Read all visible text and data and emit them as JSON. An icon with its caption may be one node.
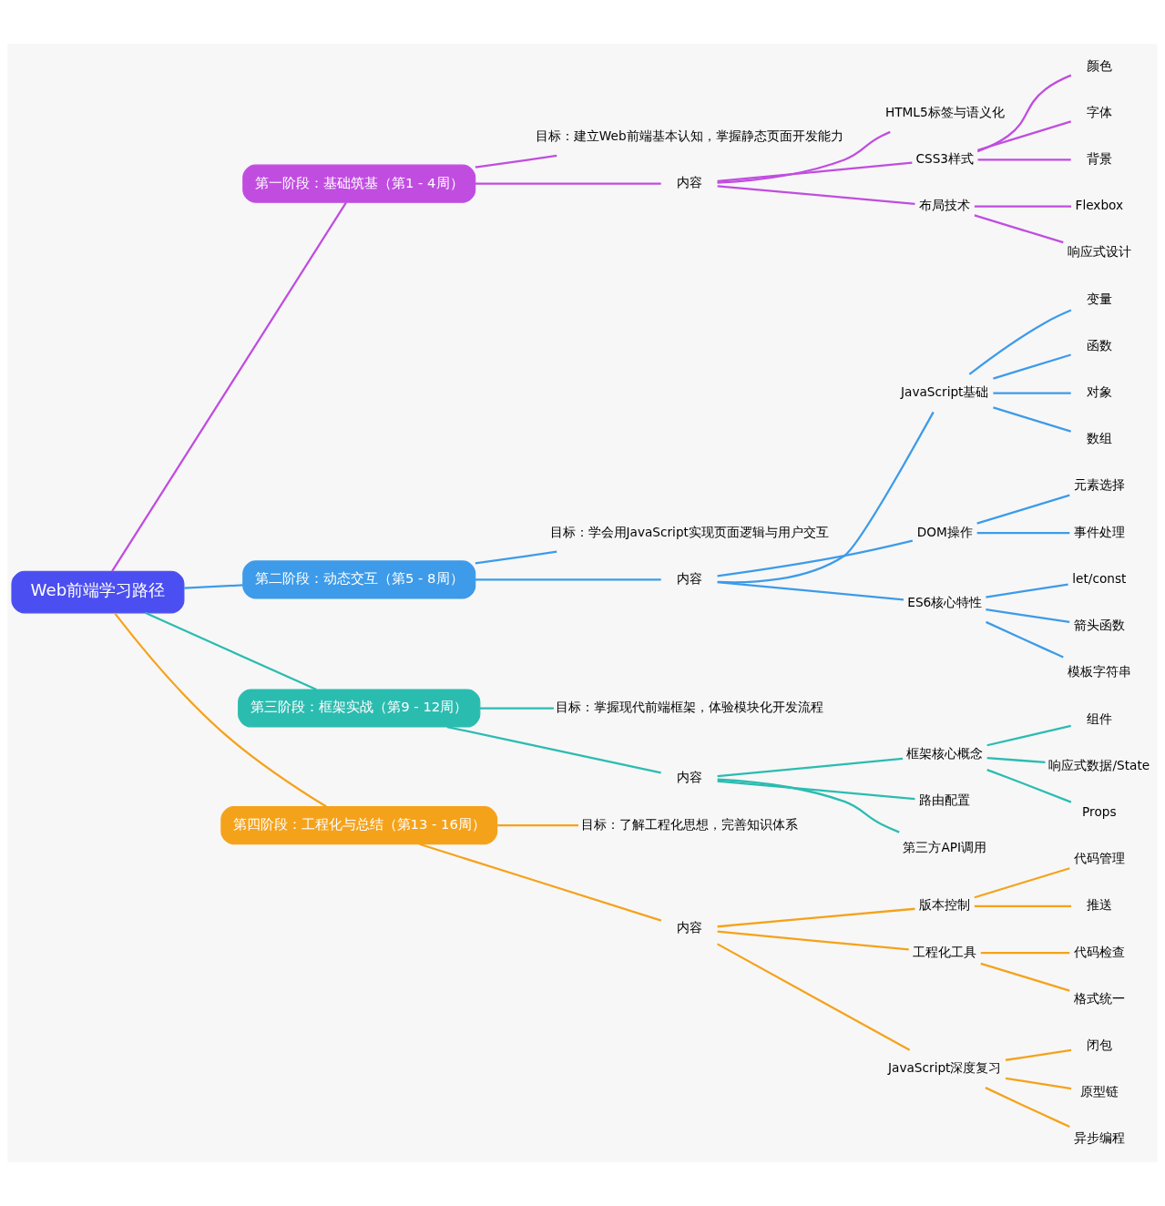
{
  "diagram": {
    "nodes": [
      {
        "text": [
          "Web前端学习路径"
        ]
      },
      {
        "text": [
          "第一阶段：基础筑基（第1 - 4周）"
        ]
      },
      {
        "text": [
          "目标：建立Web前端基本认知，掌握静态页面开发能力"
        ]
      },
      {
        "text": [
          "内容"
        ]
      },
      {
        "text": [
          "HTML5标签与语义化"
        ]
      },
      {
        "text": [
          "CSS3样式"
        ]
      },
      {
        "text": [
          "颜色"
        ]
      },
      {
        "text": [
          "字体"
        ]
      },
      {
        "text": [
          "背景"
        ]
      },
      {
        "text": [
          "布局技术"
        ]
      },
      {
        "text": [
          "Flexbox"
        ]
      },
      {
        "text": [
          "响应式设计"
        ]
      },
      {
        "text": [
          "第二阶段：动态交互（第5 - 8周）"
        ]
      },
      {
        "text": [
          "目标：学会用JavaScript实现页面逻辑与用户交互"
        ]
      },
      {
        "text": [
          "内容"
        ]
      },
      {
        "text": [
          "JavaScript基础"
        ]
      },
      {
        "text": [
          "变量"
        ]
      },
      {
        "text": [
          "函数"
        ]
      },
      {
        "text": [
          "对象"
        ]
      },
      {
        "text": [
          "数组"
        ]
      },
      {
        "text": [
          "DOM操作"
        ]
      },
      {
        "text": [
          "元素选择"
        ]
      },
      {
        "text": [
          "事件处理"
        ]
      },
      {
        "text": [
          "ES6核心特性"
        ]
      },
      {
        "text": [
          "let/const"
        ]
      },
      {
        "text": [
          "箭头函数"
        ]
      },
      {
        "text": [
          "模板字符串"
        ]
      },
      {
        "text": [
          "第三阶段：框架实战（第9 - 12周）"
        ]
      },
      {
        "text": [
          "目标：掌握现代前端框架，体验模块化开发流程"
        ]
      },
      {
        "text": [
          "内容"
        ]
      },
      {
        "text": [
          "框架核心概念"
        ]
      },
      {
        "text": [
          "组件"
        ]
      },
      {
        "text": [
          "响应式数据/State"
        ]
      },
      {
        "text": [
          "Props"
        ]
      },
      {
        "text": [
          "路由配置"
        ]
      },
      {
        "text": [
          "第三方API调用"
        ]
      },
      {
        "text": [
          "第四阶段：工程化与总结（第13 - 16周）"
        ]
      },
      {
        "text": [
          "目标：了解工程化思想，完善知识体系"
        ]
      },
      {
        "text": [
          "内容"
        ]
      },
      {
        "text": [
          "版本控制"
        ]
      },
      {
        "text": [
          "代码管理"
        ]
      },
      {
        "text": [
          "推送"
        ]
      },
      {
        "text": [
          "工程化工具"
        ]
      },
      {
        "text": [
          "代码检查"
        ]
      },
      {
        "text": [
          "格式统一"
        ]
      },
      {
        "text": [
          "JavaScript深度复习"
        ]
      },
      {
        "text": [
          "闭包"
        ]
      },
      {
        "text": [
          "原型链"
        ]
      },
      {
        "text": [
          "异步编程"
        ]
      }
    ],
    "edges": [
      {
        "from": 0,
        "to": 1,
        "arrow": "none",
        "color": "#c04de0"
      },
      {
        "from": 1,
        "to": 2,
        "arrow": "none",
        "color": "#c04de0"
      },
      {
        "from": 1,
        "to": 3,
        "arrow": "none",
        "color": "#c04de0"
      },
      {
        "from": 3,
        "to": 4,
        "arrow": "none",
        "color": "#c04de0"
      },
      {
        "from": 3,
        "to": 5,
        "arrow": "none",
        "color": "#c04de0"
      },
      {
        "from": 5,
        "to": 6,
        "arrow": "none",
        "color": "#c04de0"
      },
      {
        "from": 5,
        "to": 7,
        "arrow": "none",
        "color": "#c04de0"
      },
      {
        "from": 5,
        "to": 8,
        "arrow": "none",
        "color": "#c04de0"
      },
      {
        "from": 3,
        "to": 9,
        "arrow": "none",
        "color": "#c04de0"
      },
      {
        "from": 9,
        "to": 10,
        "arrow": "none",
        "color": "#c04de0"
      },
      {
        "from": 9,
        "to": 11,
        "arrow": "none",
        "color": "#c04de0"
      },
      {
        "from": 0,
        "to": 12,
        "arrow": "none",
        "color": "#3d9be9"
      },
      {
        "from": 12,
        "to": 13,
        "arrow": "none",
        "color": "#3d9be9"
      },
      {
        "from": 12,
        "to": 14,
        "arrow": "none",
        "color": "#3d9be9"
      },
      {
        "from": 14,
        "to": 15,
        "arrow": "none",
        "color": "#3d9be9"
      },
      {
        "from": 15,
        "to": 16,
        "arrow": "none",
        "color": "#3d9be9"
      },
      {
        "from": 15,
        "to": 17,
        "arrow": "none",
        "color": "#3d9be9"
      },
      {
        "from": 15,
        "to": 18,
        "arrow": "none",
        "color": "#3d9be9"
      },
      {
        "from": 15,
        "to": 19,
        "arrow": "none",
        "color": "#3d9be9"
      },
      {
        "from": 14,
        "to": 20,
        "arrow": "none",
        "color": "#3d9be9"
      },
      {
        "from": 20,
        "to": 21,
        "arrow": "none",
        "color": "#3d9be9"
      },
      {
        "from": 20,
        "to": 22,
        "arrow": "none",
        "color": "#3d9be9"
      },
      {
        "from": 14,
        "to": 23,
        "arrow": "none",
        "color": "#3d9be9"
      },
      {
        "from": 23,
        "to": 24,
        "arrow": "none",
        "color": "#3d9be9"
      },
      {
        "from": 23,
        "to": 25,
        "arrow": "none",
        "color": "#3d9be9"
      },
      {
        "from": 23,
        "to": 26,
        "arrow": "none",
        "color": "#3d9be9"
      },
      {
        "from": 0,
        "to": 27,
        "arrow": "none",
        "color": "#2bbcb0"
      },
      {
        "from": 27,
        "to": 28,
        "arrow": "none",
        "color": "#2bbcb0"
      },
      {
        "from": 27,
        "to": 29,
        "arrow": "none",
        "color": "#2bbcb0"
      },
      {
        "from": 29,
        "to": 30,
        "arrow": "none",
        "color": "#2bbcb0"
      },
      {
        "from": 30,
        "to": 31,
        "arrow": "none",
        "color": "#2bbcb0"
      },
      {
        "from": 30,
        "to": 32,
        "arrow": "none",
        "color": "#2bbcb0"
      },
      {
        "from": 30,
        "to": 33,
        "arrow": "none",
        "color": "#2bbcb0"
      },
      {
        "from": 29,
        "to": 34,
        "arrow": "none",
        "color": "#2bbcb0"
      },
      {
        "from": 29,
        "to": 35,
        "arrow": "none",
        "color": "#2bbcb0"
      },
      {
        "from": 0,
        "to": 36,
        "arrow": "none",
        "color": "#f5a21b"
      },
      {
        "from": 36,
        "to": 37,
        "arrow": "none",
        "color": "#f5a21b"
      },
      {
        "from": 36,
        "to": 38,
        "arrow": "none",
        "color": "#f5a21b"
      },
      {
        "from": 38,
        "to": 39,
        "arrow": "none",
        "color": "#f5a21b"
      },
      {
        "from": 39,
        "to": 40,
        "arrow": "none",
        "color": "#f5a21b"
      },
      {
        "from": 39,
        "to": 41,
        "arrow": "none",
        "color": "#f5a21b"
      },
      {
        "from": 38,
        "to": 42,
        "arrow": "none",
        "color": "#f5a21b"
      },
      {
        "from": 42,
        "to": 43,
        "arrow": "none",
        "color": "#f5a21b"
      },
      {
        "from": 42,
        "to": 44,
        "arrow": "none",
        "color": "#f5a21b"
      },
      {
        "from": 38,
        "to": 45,
        "arrow": "none",
        "color": "#f5a21b"
      },
      {
        "from": 45,
        "to": 46,
        "arrow": "none",
        "color": "#f5a21b"
      },
      {
        "from": 45,
        "to": 47,
        "arrow": "none",
        "color": "#f5a21b"
      },
      {
        "from": 45,
        "to": 48,
        "arrow": "none",
        "color": "#f5a21b"
      }
    ]
  }
}
